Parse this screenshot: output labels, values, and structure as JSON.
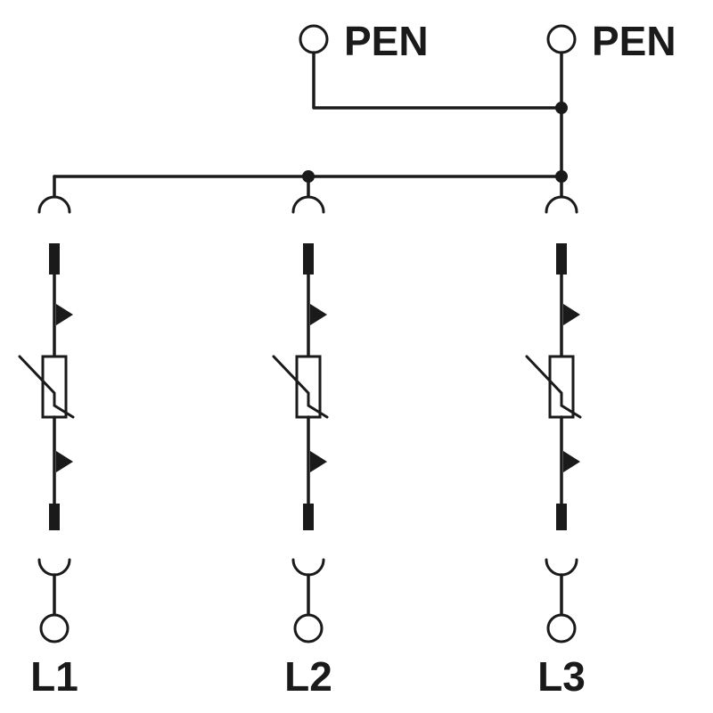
{
  "terminals": {
    "pen_left": "PEN",
    "pen_right": "PEN",
    "l1": "L1",
    "l2": "L2",
    "l3": "L3"
  },
  "colors": {
    "line": "#1a1a1a",
    "background": "#ffffff"
  }
}
